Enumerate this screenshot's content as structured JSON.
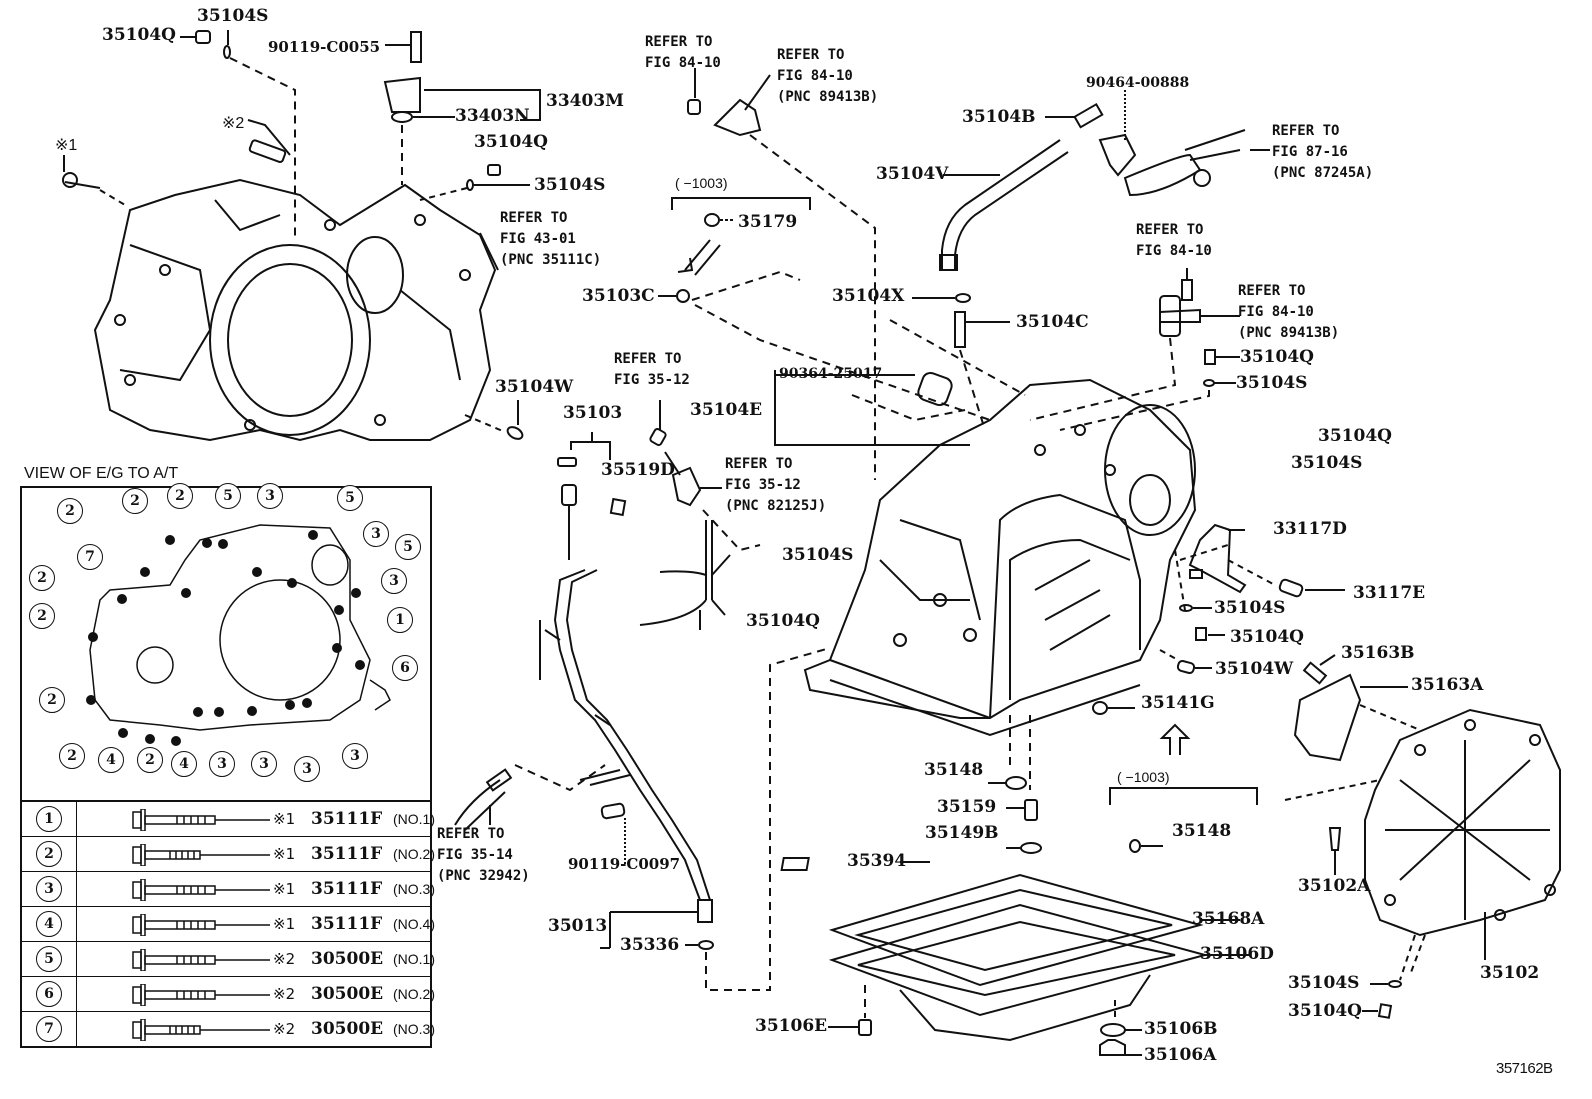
{
  "figure_id": "357162B",
  "view_title": "VIEW OF E/G TO A/T",
  "part_labels": {
    "p35104Q_tl": "35104Q",
    "p35104S_tl": "35104S",
    "p90119_C0055": "90119-C0055",
    "p33403M": "33403M",
    "p33403N": "33403N",
    "p35104Q_b": "35104Q",
    "p35104S_b": "35104S",
    "mark2": "※2",
    "mark1": "※1",
    "p35104W_l": "35104W",
    "p35179": "35179",
    "p35103C": "35103C",
    "p35104V": "35104V",
    "p35104B": "35104B",
    "p90464_00888": "90464-00888",
    "p35104X": "35104X",
    "p35104C": "35104C",
    "p90364_25017": "90364-25017",
    "p35104E": "35104E",
    "p35103": "35103",
    "p35519D": "35519D",
    "p35104S_m": "35104S",
    "p35104Q_m": "35104Q",
    "p35104Q_r1": "35104Q",
    "p35104S_r1": "35104S",
    "p35104Q_r2": "35104Q",
    "p35104S_r2": "35104S",
    "p33117D": "33117D",
    "p33117E": "33117E",
    "p35104S_r3": "35104S",
    "p35104Q_r3": "35104Q",
    "p35104W_r": "35104W",
    "p35163B": "35163B",
    "p35163A": "35163A",
    "p35141G": "35141G",
    "p35148_a": "35148",
    "p35159": "35159",
    "p35149B": "35149B",
    "p35148_b": "35148",
    "p35394": "35394",
    "p35168A": "35168A",
    "p35106D": "35106D",
    "p35106E": "35106E",
    "p35106B": "35106B",
    "p35106A": "35106A",
    "p35102A": "35102A",
    "p35102": "35102",
    "p35104S_br": "35104S",
    "p35104Q_br": "35104Q",
    "p90119_C0097": "90119-C0097",
    "p35013": "35013",
    "p35336": "35336"
  },
  "date_notes": {
    "upper": "(     −1003)",
    "lower": "(     −1003)"
  },
  "references": {
    "r_43_01": "REFER TO\nFIG 43-01\n(PNC 35111C)",
    "r_84_10_a": "REFER TO\nFIG 84-10",
    "r_84_10_b": "REFER TO\nFIG 84-10\n(PNC 89413B)",
    "r_87_16": "REFER TO\nFIG 87-16\n(PNC 87245A)",
    "r_84_10_c": "REFER TO\nFIG 84-10",
    "r_84_10_d": "REFER TO\nFIG 84-10\n(PNC 89413B)",
    "r_35_12_a": "REFER TO\nFIG 35-12",
    "r_35_12_b": "REFER TO\nFIG 35-12\n(PNC 82125J)",
    "r_35_14": "REFER TO\nFIG 35-14\n(PNC 32942)"
  },
  "view_callouts": [
    "2",
    "2",
    "2",
    "5",
    "3",
    "5",
    "7",
    "3",
    "2",
    "5",
    "3",
    "2",
    "1",
    "6",
    "2",
    "2",
    "4",
    "2",
    "4",
    "3",
    "3",
    "3",
    "3"
  ],
  "bolt_table": [
    {
      "index": "1",
      "mark": "※1",
      "part": "35111F",
      "no": "(NO.1)"
    },
    {
      "index": "2",
      "mark": "※1",
      "part": "35111F",
      "no": "(NO.2)"
    },
    {
      "index": "3",
      "mark": "※1",
      "part": "35111F",
      "no": "(NO.3)"
    },
    {
      "index": "4",
      "mark": "※1",
      "part": "35111F",
      "no": "(NO.4)"
    },
    {
      "index": "5",
      "mark": "※2",
      "part": "30500E",
      "no": "(NO.1)"
    },
    {
      "index": "6",
      "mark": "※2",
      "part": "30500E",
      "no": "(NO.2)"
    },
    {
      "index": "7",
      "mark": "※2",
      "part": "30500E",
      "no": "(NO.3)"
    }
  ]
}
